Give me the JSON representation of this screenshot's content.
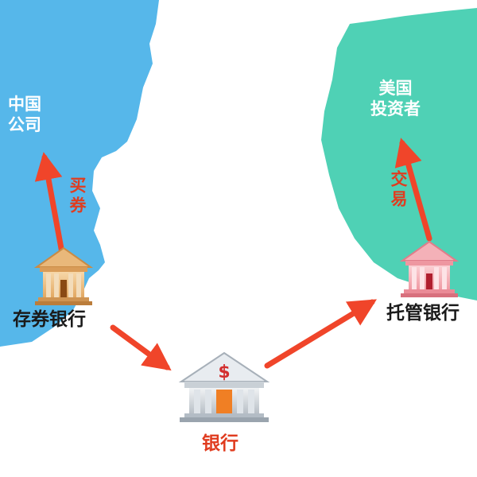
{
  "nodes": {
    "china_company": {
      "line1": "中国",
      "line2": "公司"
    },
    "us_investor": {
      "line1": "美国",
      "line2": "投资者"
    },
    "depositary_bank": {
      "label": "存券银行"
    },
    "custodian_bank": {
      "label": "托管银行"
    },
    "bank": {
      "label": "银行",
      "symbol": "$"
    }
  },
  "edges": {
    "buy_shares": {
      "label": "买券"
    },
    "trade": {
      "label": "交易"
    }
  },
  "colors": {
    "china_land": "#56b7ea",
    "us_land": "#4fd1b5",
    "arrow": "#f0452a",
    "red_text": "#e03c1f"
  },
  "icons": {
    "depositary_bank": "bank-building-icon",
    "custodian_bank": "bank-building-icon",
    "bank": "bank-dollar-icon"
  }
}
